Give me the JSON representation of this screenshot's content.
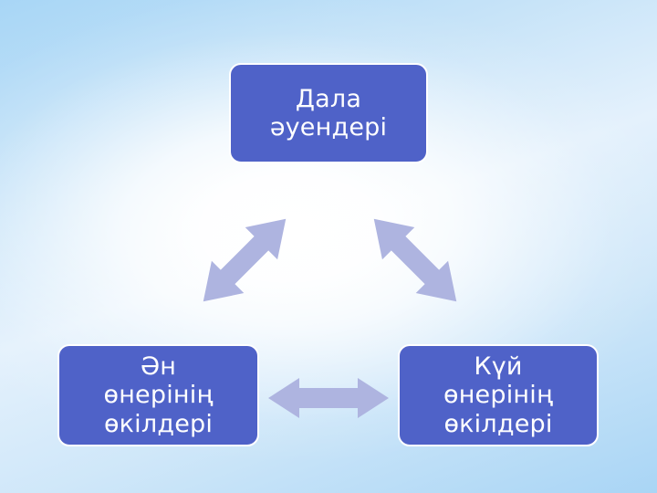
{
  "slide": {
    "background_edge_color": "#a8d6f6",
    "background_center_color": "#ffffff",
    "node_fill_color": "#4f62c8",
    "node_border_color": "#ffffff",
    "node_text_color": "#ffffff",
    "arrow_color": "#aeb4e0"
  },
  "diagram": {
    "nodes": [
      {
        "id": "top",
        "label": "Дала\nәуендері"
      },
      {
        "id": "left",
        "label": "Ән\nөнерінің\nөкілдері"
      },
      {
        "id": "right",
        "label": "Күй\nөнерінің\nөкілдері"
      }
    ],
    "connectors": [
      {
        "id": "top-left",
        "from": "top",
        "to": "left",
        "style": "double-headed",
        "direction": "diagonal-down-left"
      },
      {
        "id": "top-right",
        "from": "top",
        "to": "right",
        "style": "double-headed",
        "direction": "diagonal-down-right"
      },
      {
        "id": "bottom",
        "from": "left",
        "to": "right",
        "style": "double-headed",
        "direction": "horizontal"
      }
    ]
  }
}
